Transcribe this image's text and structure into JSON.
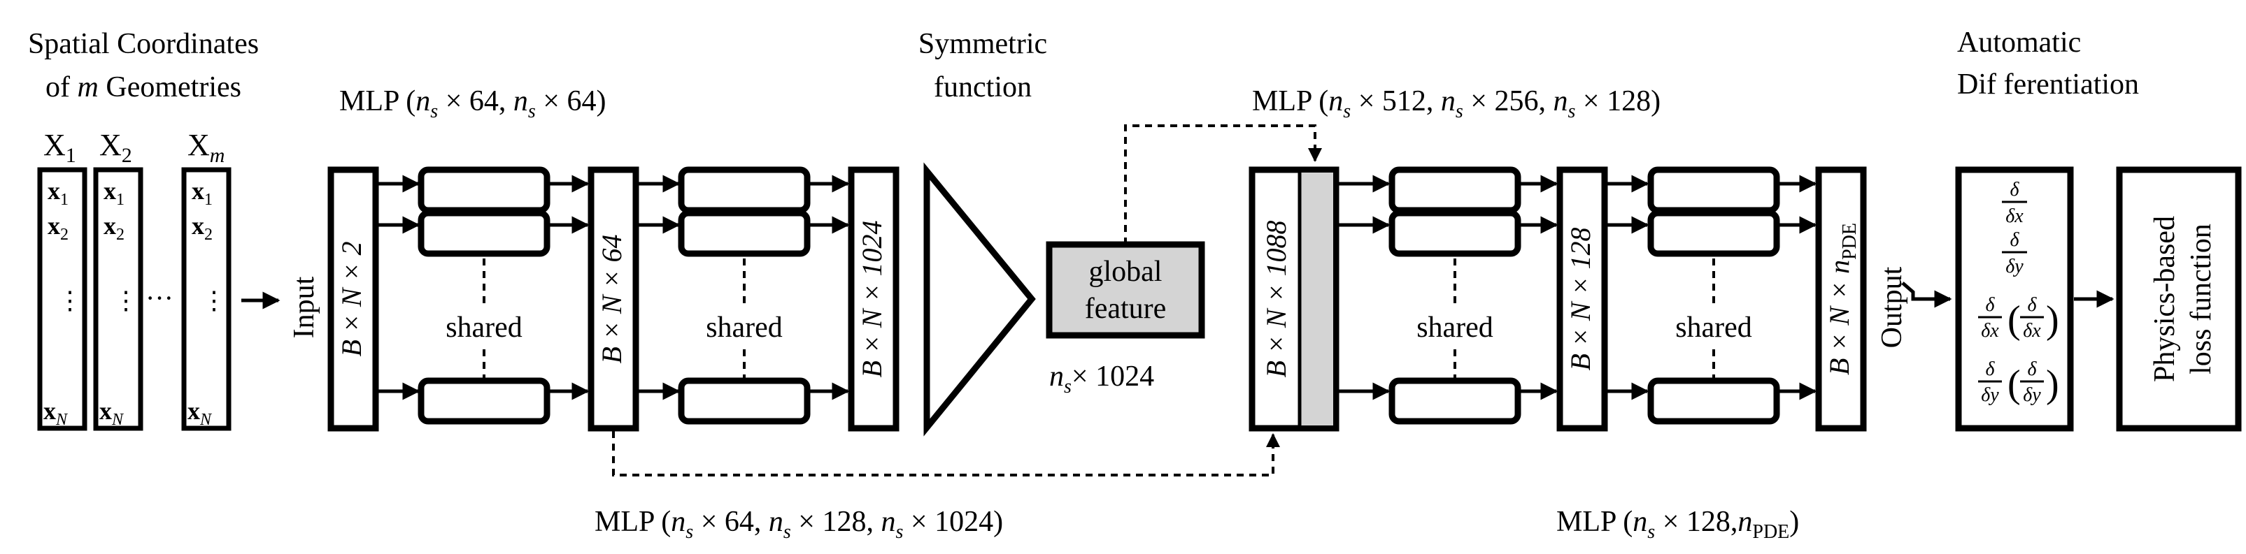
{
  "input_title": {
    "line1": "Spatial Coordinates",
    "line2_pre": "of ",
    "line2_var": "m",
    "line2_post": " Geometries"
  },
  "geometries": [
    {
      "label": "X",
      "sub": "1",
      "rows": [
        "x",
        "x"
      ],
      "row_subs": [
        "1",
        "2"
      ],
      "last": "x",
      "last_sub": "N"
    },
    {
      "label": "X",
      "sub": "2",
      "rows": [
        "x",
        "x"
      ],
      "row_subs": [
        "1",
        "2"
      ],
      "last": "x",
      "last_sub": "N"
    },
    {
      "label": "X",
      "sub": "m",
      "rows": [
        "x",
        "x"
      ],
      "row_subs": [
        "1",
        "2"
      ],
      "last": "x",
      "last_sub": "N"
    }
  ],
  "input_label": "Input",
  "output_label": "Output",
  "tensor_labels": [
    "B × N × 2",
    "B × N × 64",
    "B × N × 1024",
    "B × N × 1088",
    "B × N × 128",
    "B × N × n"
  ],
  "tensor_label_last_sub": "PDE",
  "shared_label": "shared",
  "symmetric_function": {
    "line1": "Symmetric",
    "line2": "function"
  },
  "global_feature": {
    "line1": "global",
    "line2": "feature",
    "dim": "× 1024"
  },
  "mlp_top_left": "MLP (n × 64, n × 64)",
  "mlp_top_right": "MLP (n × 512, n × 256, n × 128)",
  "mlp_bottom_left": "MLP (n × 64, n × 128, n × 1024)",
  "mlp_bottom_right": "MLP (n × 128,n",
  "mlp_sub_s": "s",
  "mlp_sub_pde": "PDE",
  "autodiff": {
    "line1": "Automatic",
    "line2": "Dif ferentiation"
  },
  "loss_box": {
    "line1": "Physics-based",
    "line2": "loss function"
  },
  "derivatives": {
    "d": "δ",
    "dx": "δx",
    "dy": "δy"
  }
}
